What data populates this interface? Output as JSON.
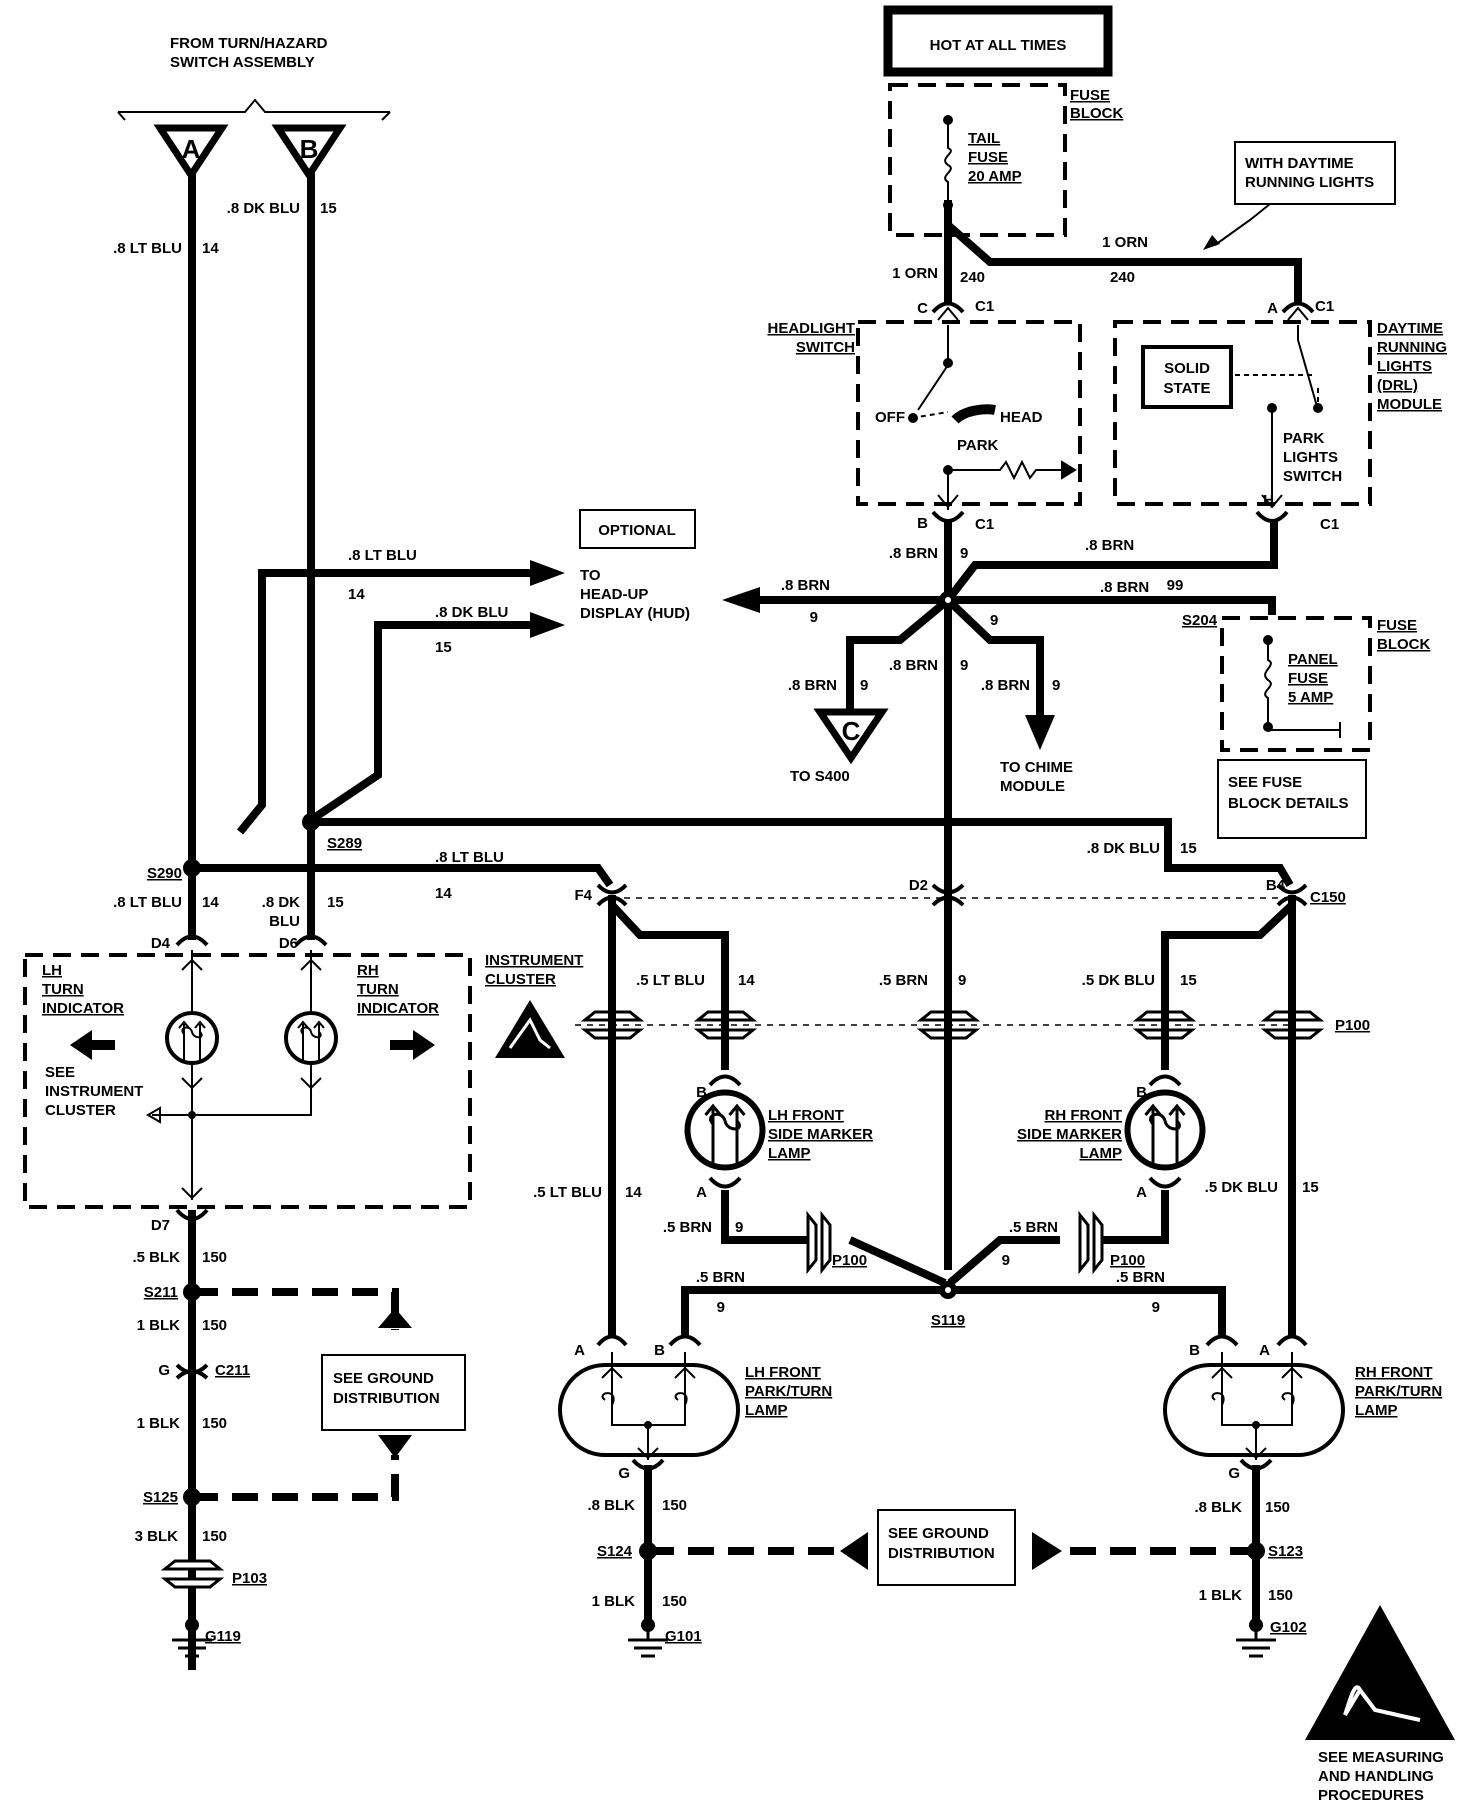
{
  "title_box": "HOT AT ALL TIMES",
  "source_label": [
    "FROM TURN/HAZARD",
    "SWITCH ASSEMBLY"
  ],
  "connectors": {
    "a": "A",
    "b": "B",
    "c": "C"
  },
  "fuse_block_top": {
    "label": [
      "FUSE",
      "BLOCK"
    ],
    "fuse": [
      "TAIL",
      "FUSE",
      "20 AMP"
    ]
  },
  "drl_note": [
    "WITH DAYTIME",
    "RUNNING LIGHTS"
  ],
  "headlight_switch": {
    "label": [
      "HEADLIGHT",
      "SWITCH"
    ],
    "off": "OFF",
    "head": "HEAD",
    "park": "PARK"
  },
  "drl_module": {
    "label": [
      "DAYTIME",
      "RUNNING",
      "LIGHTS",
      "(DRL)",
      "MODULE"
    ],
    "solid_state": [
      "SOLID",
      "STATE"
    ],
    "park_switch": [
      "PARK",
      "LIGHTS",
      "SWITCH"
    ]
  },
  "panel_fuse_block": {
    "label": [
      "FUSE",
      "BLOCK"
    ],
    "fuse": [
      "PANEL",
      "FUSE",
      "5 AMP"
    ],
    "details": [
      "SEE FUSE",
      "BLOCK DETAILS"
    ]
  },
  "optional": "OPTIONAL",
  "hud": [
    "TO",
    "HEAD-UP",
    "DISPLAY (HUD)"
  ],
  "to_s400": "TO S400",
  "chime": [
    "TO CHIME",
    "MODULE"
  ],
  "instrument_cluster": {
    "label": [
      "INSTRUMENT",
      "CLUSTER"
    ],
    "lh": [
      "LH",
      "TURN",
      "INDICATOR"
    ],
    "rh": [
      "RH",
      "TURN",
      "INDICATOR"
    ],
    "see": [
      "SEE",
      "INSTRUMENT",
      "CLUSTER"
    ]
  },
  "lamps": {
    "lh_side": [
      "LH FRONT",
      "SIDE MARKER",
      "LAMP"
    ],
    "rh_side": [
      "RH FRONT",
      "SIDE MARKER",
      "LAMP"
    ],
    "lh_park": [
      "LH FRONT",
      "PARK/TURN",
      "LAMP"
    ],
    "rh_park": [
      "RH FRONT",
      "PARK/TURN",
      "LAMP"
    ]
  },
  "ground_dist": [
    "SEE GROUND",
    "DISTRIBUTION"
  ],
  "esd_note": [
    "SEE MEASURING",
    "AND HANDLING",
    "PROCEDURES"
  ],
  "wire_labels": [
    ".8 LT BLU",
    "14",
    ".8 DK BLU",
    "15",
    "1 ORN",
    "240",
    "1 ORN",
    "240",
    "C",
    "C1",
    "A",
    "C1",
    "B",
    "C1",
    "H",
    "C1",
    ".8 BRN",
    "9",
    ".8 BRN",
    "9",
    ".8 BRN",
    "9",
    ".8 BRN",
    "9",
    "9",
    "S204",
    ".8 BRN",
    "9",
    ".8 BRN",
    "9",
    ".8 BRN",
    "9",
    ".8 LT BLU",
    "14",
    ".8 DK BLU",
    "15",
    "S290",
    "S289",
    ".8 LT BLU",
    "14",
    ".8 DK BLU",
    "15",
    ".8 LT BLU",
    "14",
    ".8 DK",
    "BLU",
    "15",
    "D4",
    "D6",
    "F4",
    "D2",
    "B4",
    "C150",
    ".5 LT BLU",
    "14",
    ".5 BRN",
    "9",
    ".5 DK BLU",
    "15",
    "P100",
    "B",
    "A",
    "B",
    "A",
    ".5 LT BLU",
    "14",
    ".5 DK BLU",
    "15",
    ".5 BRN",
    "9",
    "P100",
    ".5 BRN",
    "9",
    "P100",
    ".5 BRN",
    "9",
    ".5 BRN",
    "9",
    "S119",
    "A",
    "B",
    "B",
    "A",
    "D7",
    ".5 BLK",
    "150",
    "S211",
    "1 BLK",
    "150",
    "G",
    "C211",
    "1 BLK",
    "150",
    "S125",
    "3 BLK",
    "150",
    "P103",
    "G119",
    "G",
    ".8 BLK",
    "150",
    "S124",
    "1 BLK",
    "150",
    "G101",
    "G",
    ".8 BLK",
    "150",
    "S123",
    "1 BLK",
    "150",
    "G102"
  ]
}
